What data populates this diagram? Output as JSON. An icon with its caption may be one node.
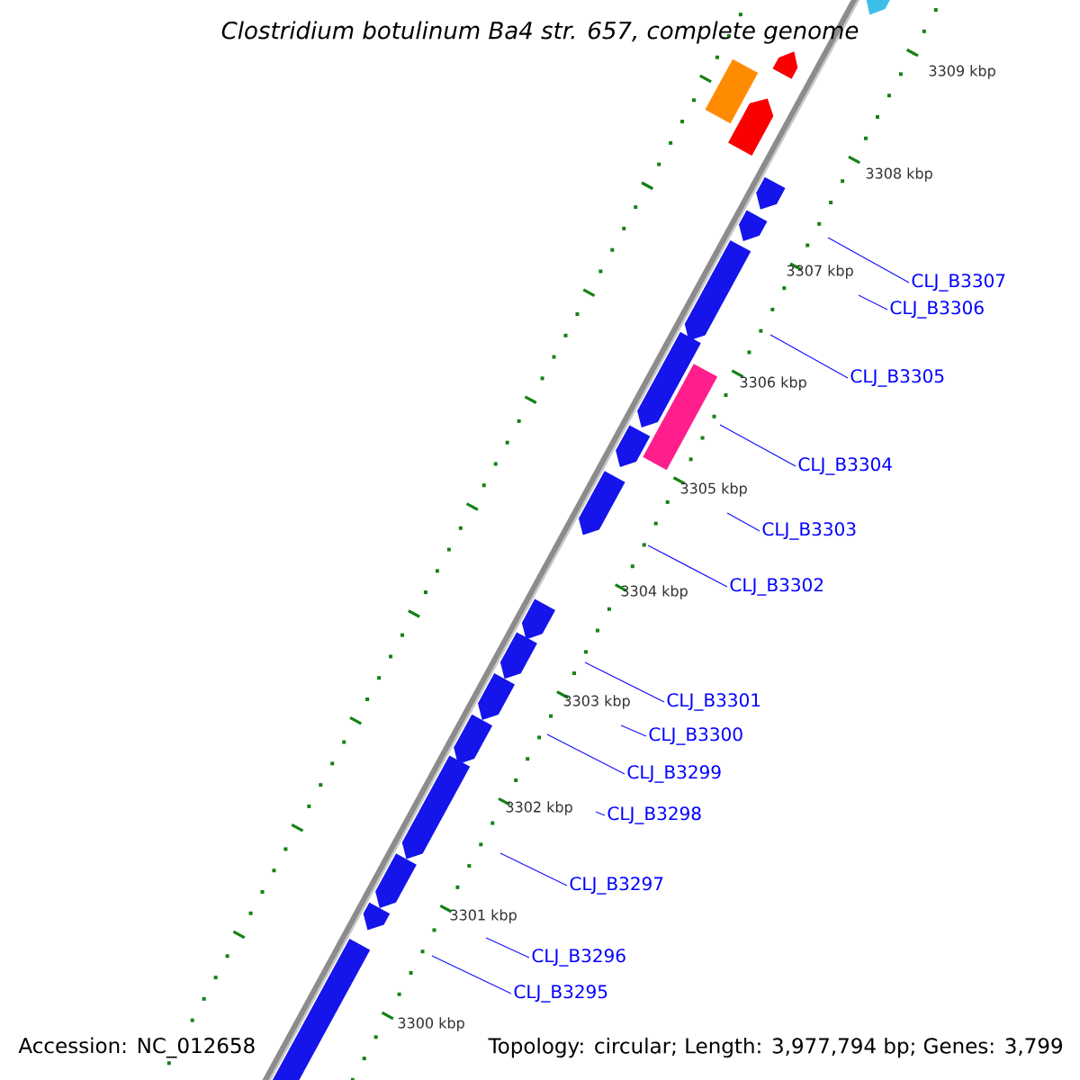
{
  "diagram": {
    "title": "*Clostridium botulinum* Ba4 str. 657, complete genome",
    "nodes": [
      {
        "text": [
          "CLJ_B3307"
        ]
      },
      {
        "text": [
          "CLJ_B3306"
        ]
      },
      {
        "text": [
          "CLJ_B3305"
        ]
      },
      {
        "text": [
          "CLJ_B3304"
        ]
      },
      {
        "text": [
          "CLJ_B3303"
        ]
      },
      {
        "text": [
          "CLJ_B3302"
        ]
      },
      {
        "text": [
          "CLJ_B3301"
        ]
      },
      {
        "text": [
          "CLJ_B3300"
        ]
      },
      {
        "text": [
          "CLJ_B3299"
        ]
      },
      {
        "text": [
          "CLJ_B3298"
        ]
      },
      {
        "text": [
          "CLJ_B3297"
        ]
      },
      {
        "text": [
          "CLJ_B3296"
        ]
      },
      {
        "text": [
          "CLJ_B3295"
        ]
      }
    ],
    "edges": [
      {
        "from": 0,
        "to": null,
        "arrow": "none"
      },
      {
        "from": 1,
        "to": null,
        "arrow": "none"
      },
      {
        "from": 2,
        "to": null,
        "arrow": "none"
      },
      {
        "from": 3,
        "to": null,
        "arrow": "none"
      },
      {
        "from": 4,
        "to": null,
        "arrow": "none"
      },
      {
        "from": 5,
        "to": null,
        "arrow": "none"
      },
      {
        "from": 6,
        "to": null,
        "arrow": "none"
      },
      {
        "from": 7,
        "to": null,
        "arrow": "none"
      },
      {
        "from": 8,
        "to": null,
        "arrow": "none"
      },
      {
        "from": 9,
        "to": null,
        "arrow": "none"
      },
      {
        "from": 10,
        "to": null,
        "arrow": "none"
      },
      {
        "from": 11,
        "to": null,
        "arrow": "none"
      },
      {
        "from": 12,
        "to": null,
        "arrow": "none"
      }
    ],
    "labels": [
      "3309 kbp",
      "3308 kbp",
      "3307 kbp",
      "3306 kbp",
      "3305 kbp",
      "3304 kbp",
      "3303 kbp",
      "3302 kbp",
      "3301 kbp",
      "3300 kbp",
      "Accession: NC_012658",
      "Topology: circular; Length: 3,977,794 bp; Genes: 3,799"
    ]
  }
}
